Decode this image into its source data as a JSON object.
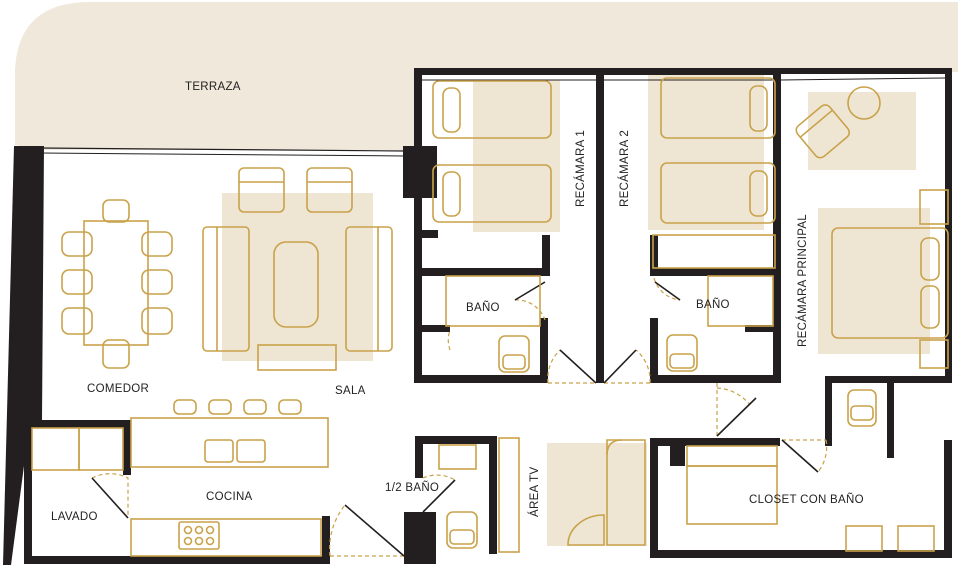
{
  "colors": {
    "wall": "#231f20",
    "furniture": "#c9a24a",
    "rug": "#eee5d3",
    "terrace": "#efe8db",
    "door": "#c9a24a"
  },
  "rooms": {
    "terraza": "TERRAZA",
    "comedor": "COMEDOR",
    "sala": "SALA",
    "cocina": "COCINA",
    "lavado": "LAVADO",
    "medio_bano": "1/2 BAÑO",
    "area_tv": "ÁREA TV",
    "recamara_1": "RECÁMARA 1",
    "recamara_2": "RECÁMARA 2",
    "recamara_principal": "RECÁMARA PRINCIPAL",
    "bano_1": "BAÑO",
    "bano_2": "BAÑO",
    "closet_con_bano": "CLOSET CON BAÑO"
  }
}
